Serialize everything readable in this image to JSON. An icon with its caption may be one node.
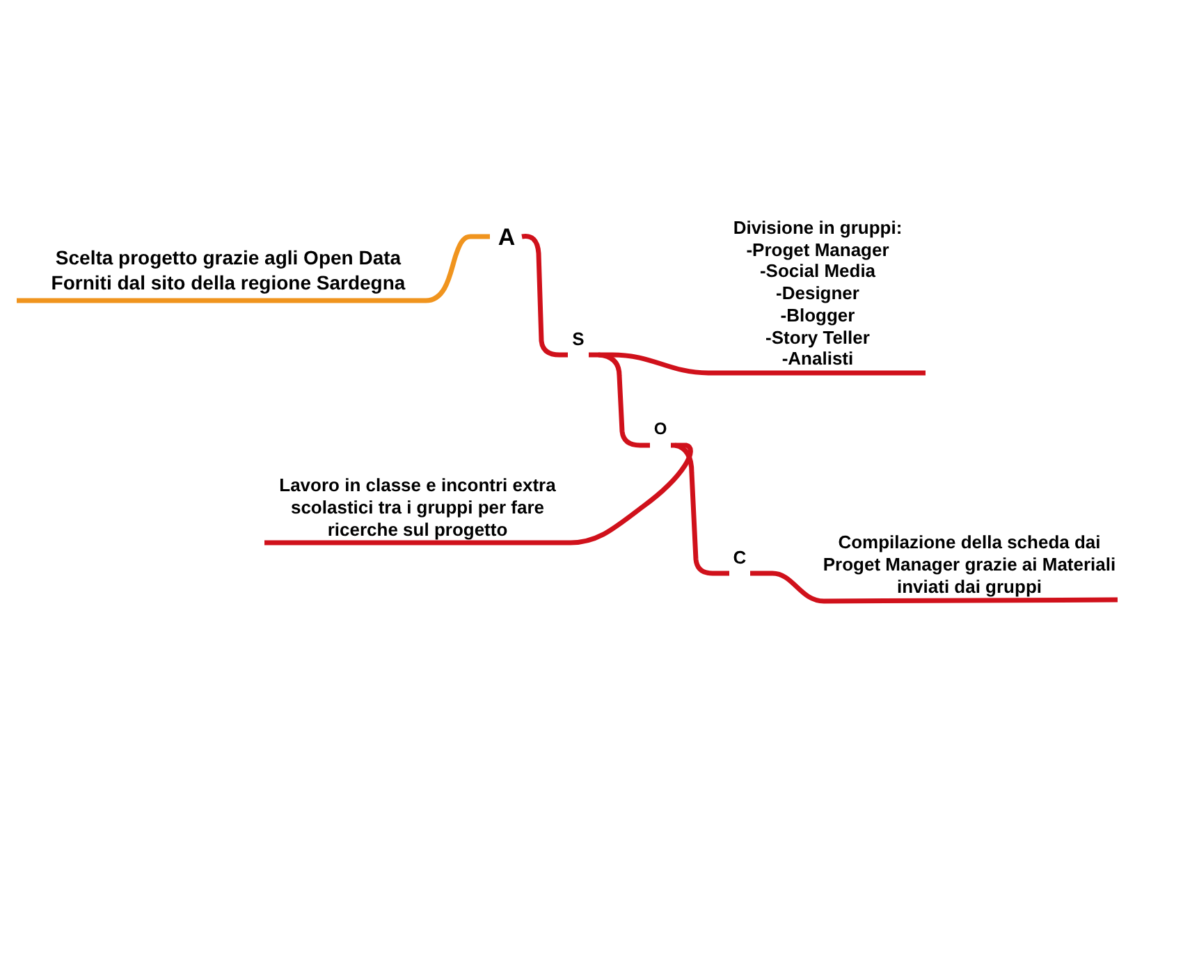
{
  "diagram": {
    "nodes": [
      {
        "text": [
          "Scelta progetto grazie agli Open Data Forniti dal sito della regione Sardegna"
        ]
      },
      {
        "text": [
          "A"
        ]
      },
      {
        "text": [
          "S"
        ]
      },
      {
        "text": [
          "O"
        ]
      },
      {
        "text": [
          "C"
        ]
      },
      {
        "text": [
          "Divisione in gruppi:",
          "-Proget Manager",
          "-Social Media",
          "-Designer",
          "-Blogger",
          "-Story Teller",
          "-Analisti"
        ]
      },
      {
        "text": [
          "Lavoro in classe e incontri extra scolastici tra i gruppi per fare ricerche sul progetto"
        ]
      },
      {
        "text": [
          "Compilazione della scheda dai Proget Manager grazie ai Materiali inviati dai gruppi"
        ]
      }
    ],
    "edges": [
      {
        "from": 0,
        "to": 1,
        "arrow": "none",
        "color": "#f0941e"
      },
      {
        "from": 1,
        "to": 2,
        "arrow": "none"
      },
      {
        "from": 2,
        "to": 5,
        "arrow": "none"
      },
      {
        "from": 2,
        "to": 3,
        "arrow": "none"
      },
      {
        "from": 3,
        "to": 6,
        "arrow": "none"
      },
      {
        "from": 3,
        "to": 4,
        "arrow": "none"
      },
      {
        "from": 4,
        "to": 7,
        "arrow": "none"
      }
    ]
  }
}
